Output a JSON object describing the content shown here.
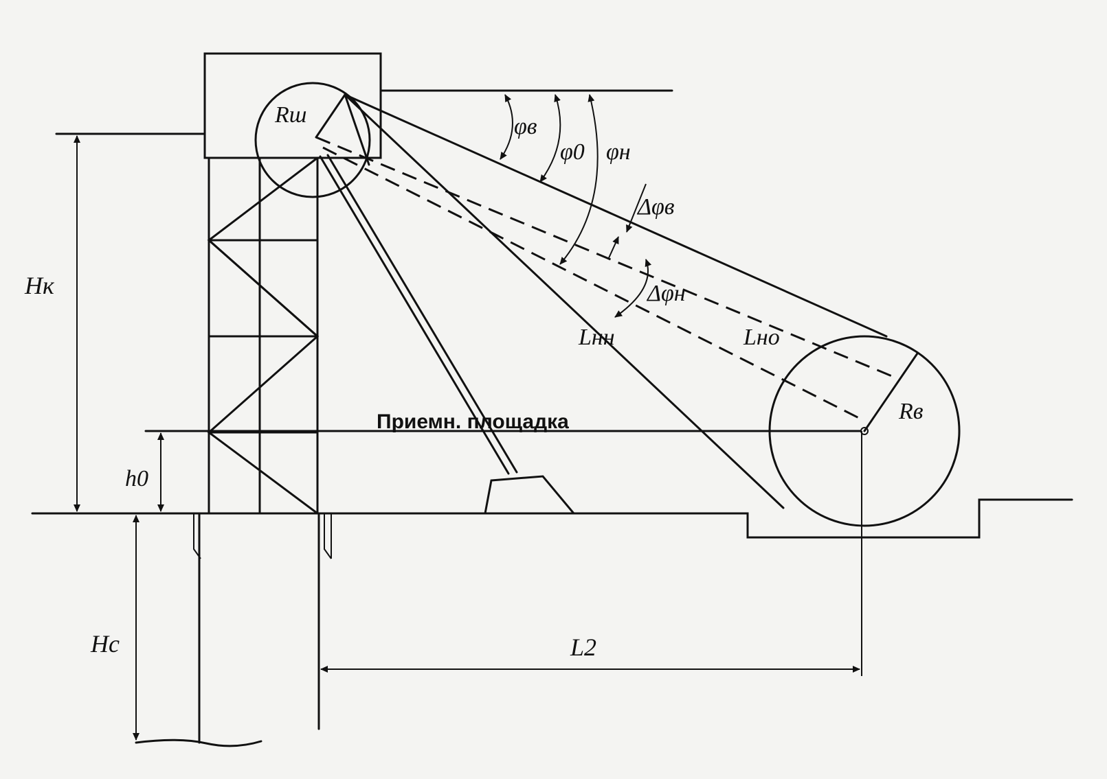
{
  "diagram": {
    "labels": {
      "r_sh": "Rш",
      "phi_v": "φв",
      "phi_0": "φ0",
      "phi_n": "φн",
      "dphi_v": "Δφв",
      "dphi_n": "Δφн",
      "l_n_n": "Lнн",
      "l_n_o": "Lно",
      "r_v": "Rв",
      "h_k": "Hк",
      "h_0": "h0",
      "h_c": "Hс",
      "l_2": "L2",
      "platform": "Приемн. площадка"
    }
  }
}
